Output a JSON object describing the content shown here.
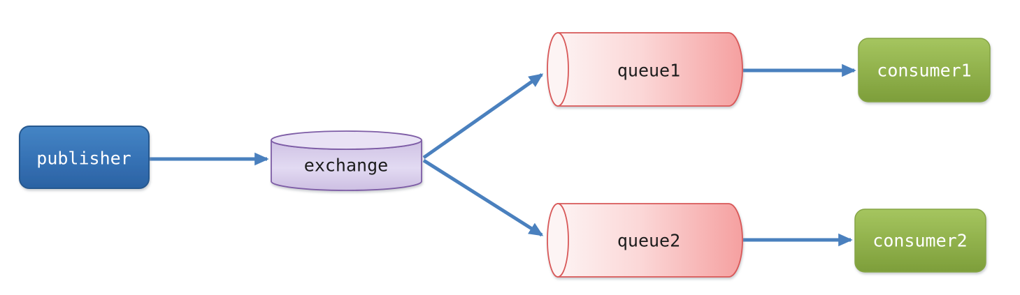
{
  "diagram": {
    "type": "message-flow",
    "nodes": [
      {
        "id": "publisher",
        "label": "publisher",
        "shape": "rounded-rect",
        "color_role": "blue"
      },
      {
        "id": "exchange",
        "label": "exchange",
        "shape": "cylinder-vertical",
        "color_role": "purple"
      },
      {
        "id": "queue1",
        "label": "queue1",
        "shape": "cylinder-horizontal",
        "color_role": "pink"
      },
      {
        "id": "queue2",
        "label": "queue2",
        "shape": "cylinder-horizontal",
        "color_role": "pink"
      },
      {
        "id": "consumer1",
        "label": "consumer1",
        "shape": "rounded-rect",
        "color_role": "green"
      },
      {
        "id": "consumer2",
        "label": "consumer2",
        "shape": "rounded-rect",
        "color_role": "green"
      }
    ],
    "edges": [
      {
        "from": "publisher",
        "to": "exchange"
      },
      {
        "from": "exchange",
        "to": "queue1"
      },
      {
        "from": "exchange",
        "to": "queue2"
      },
      {
        "from": "queue1",
        "to": "consumer1"
      },
      {
        "from": "queue2",
        "to": "consumer2"
      }
    ]
  },
  "colors": {
    "canvas-bg": "#ffffff",
    "arrow": "#4a80be",
    "publisher-fill-top": "#4585c5",
    "publisher-fill-mid": "#3571b4",
    "publisher-fill-bottom": "#2b62a3",
    "publisher-border": "#27598f",
    "exchange-top-fill": "#e9e2f5",
    "exchange-fill-dark": "#cfc2e4",
    "exchange-fill-light": "#e2daf2",
    "exchange-fill-dark2": "#cdbfe2",
    "exchange-border": "#7e5da6",
    "queue-fill-light": "#fdf3f3",
    "queue-fill-mid": "#fbd7d7",
    "queue-fill-dark": "#f5a0a0",
    "queue-cap-fill": "#fdf4f4",
    "queue-border": "#d85858",
    "consumer-fill-top": "#a5c55f",
    "consumer-fill-bottom": "#7d9e3a",
    "consumer-border": "#86a544",
    "label-light": "#ffffff",
    "label-dark": "#1b1b1b"
  }
}
